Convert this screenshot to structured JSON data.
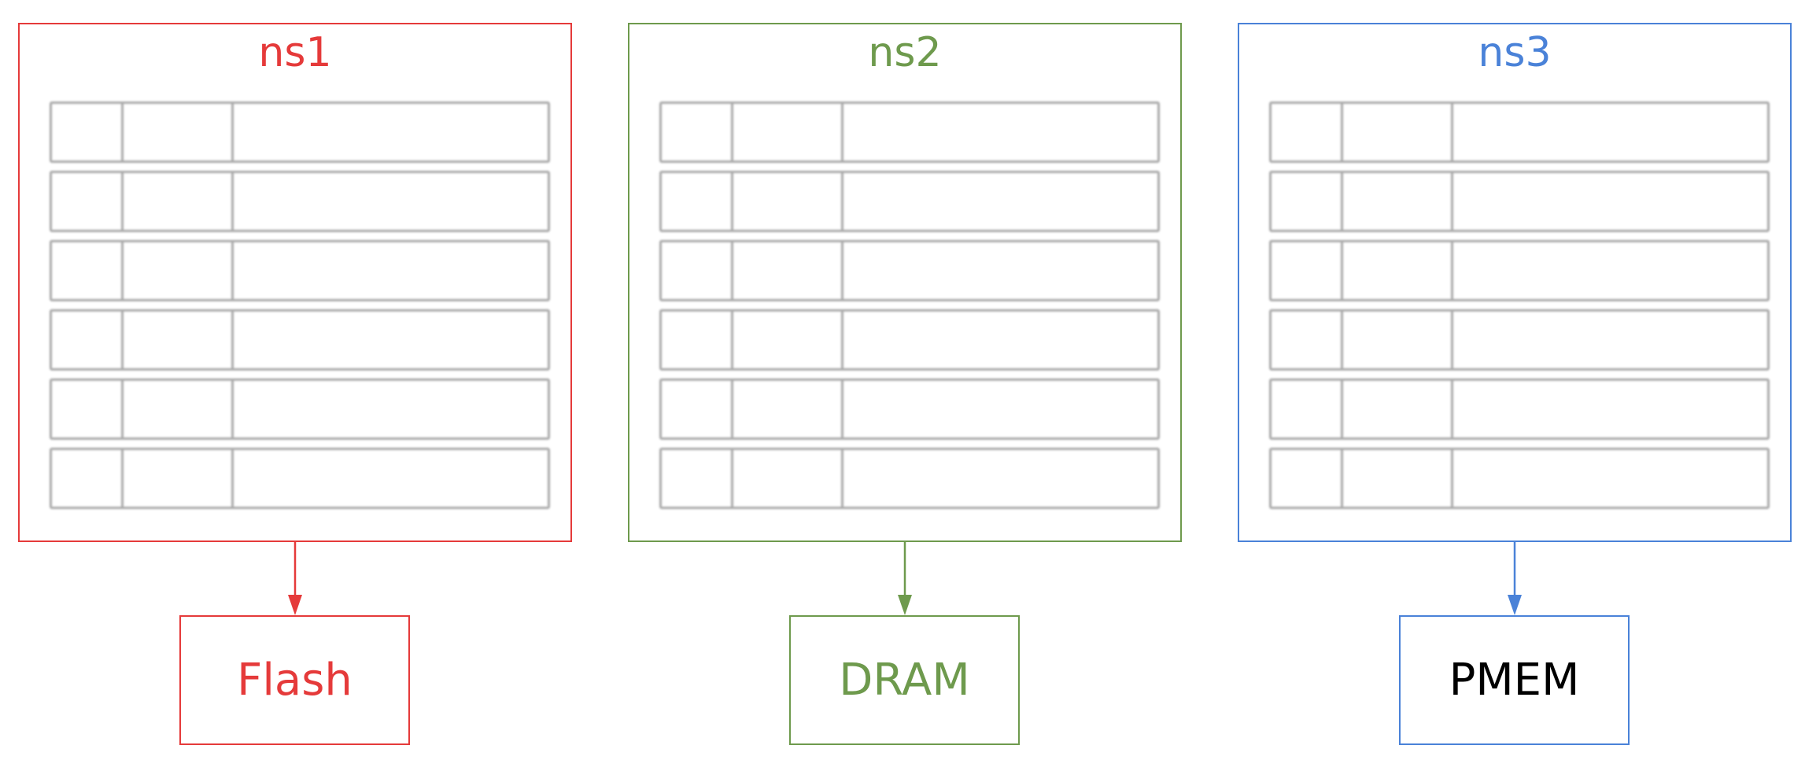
{
  "namespaces": [
    {
      "title": "ns1",
      "color": "#e53a3a",
      "rows": 6
    },
    {
      "title": "ns2",
      "color": "#6e9a4d",
      "rows": 6
    },
    {
      "title": "ns3",
      "color": "#4a82d8",
      "rows": 6
    }
  ],
  "memories": [
    {
      "label": "Flash",
      "border_color": "#e53a3a",
      "text_color": "#e53a3a"
    },
    {
      "label": "DRAM",
      "border_color": "#6e9a4d",
      "text_color": "#6e9a4d"
    },
    {
      "label": "PMEM",
      "border_color": "#4a82d8",
      "text_color": "#000000"
    }
  ]
}
